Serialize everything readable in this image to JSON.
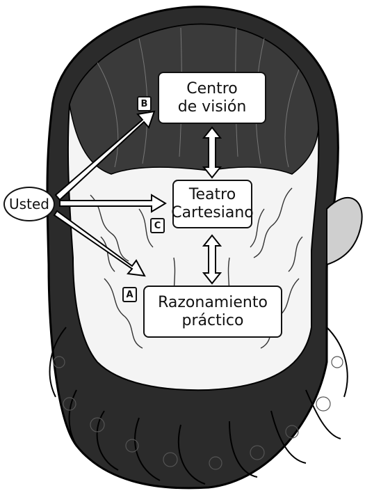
{
  "diagram": {
    "boxes": {
      "vision": "Centro\nde visión",
      "theater": "Teatro\nCartesiano",
      "reasoning": "Razonamiento\npráctico"
    },
    "you": "Usted",
    "tags": {
      "b": "B",
      "c": "C",
      "a": "A"
    }
  }
}
